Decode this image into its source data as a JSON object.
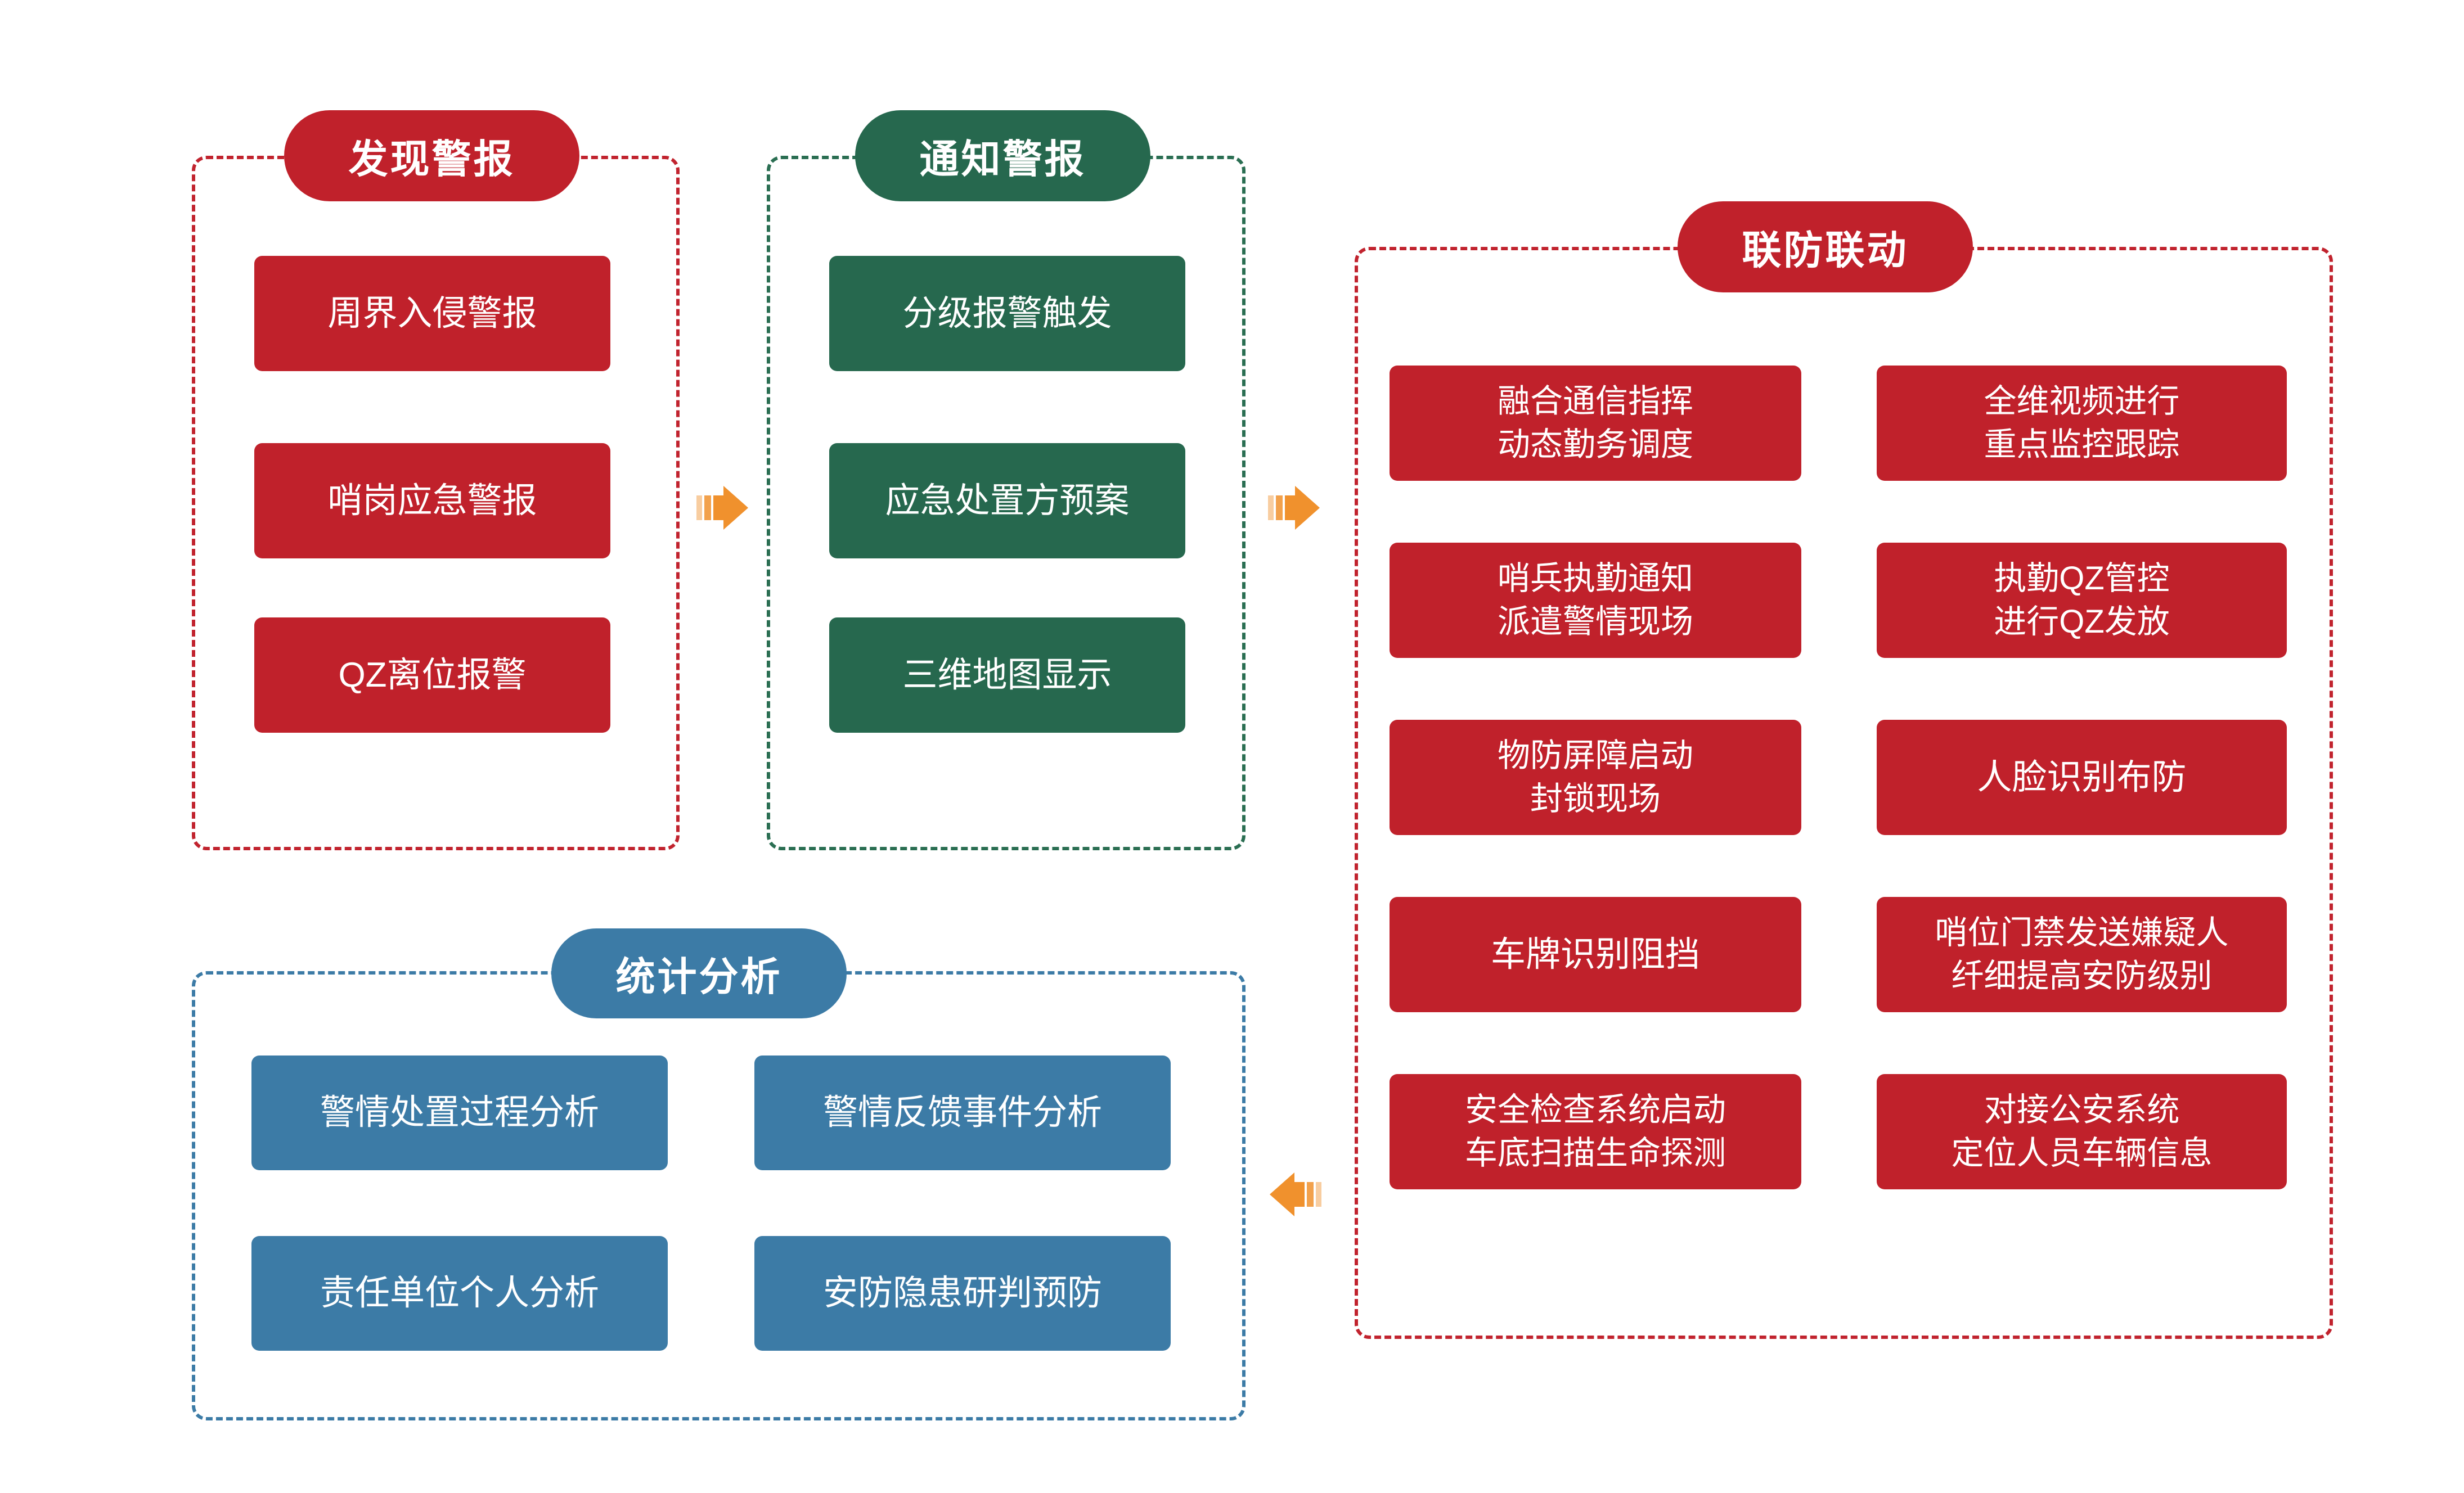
{
  "colors": {
    "red": "#C0212B",
    "green": "#26684E",
    "blue": "#3C7BA6",
    "orange": "#F0912D",
    "background": "#FFFFFF",
    "text": "#FFFFFF"
  },
  "icons": {
    "flow_arrow_right": "striped-block-arrow-right",
    "flow_arrow_left": "striped-block-arrow-left"
  },
  "sections": {
    "discover": {
      "title": "发现警报",
      "items": [
        "周界入侵警报",
        "哨岗应急警报",
        "QZ离位报警"
      ]
    },
    "notify": {
      "title": "通知警报",
      "items": [
        "分级报警触发",
        "应急处置方预案",
        "三维地图显示"
      ]
    },
    "linkage": {
      "title": "联防联动",
      "left_items": [
        "融合通信指挥\n动态勤务调度",
        "哨兵执勤通知\n派遣警情现场",
        "物防屏障启动\n封锁现场",
        "车牌识别阻挡",
        "安全检查系统启动\n车底扫描生命探测"
      ],
      "right_items": [
        "全维视频进行\n重点监控跟踪",
        "执勤QZ管控\n进行QZ发放",
        "人脸识别布防",
        "哨位门禁发送嫌疑人\n纤细提高安防级别",
        "对接公安系统\n定位人员车辆信息"
      ]
    },
    "stats": {
      "title": "统计分析",
      "items": [
        "警情处置过程分析",
        "警情反馈事件分析",
        "责任单位个人分析",
        "安防隐患研判预防"
      ]
    }
  },
  "arrows": [
    {
      "name": "discover-to-notify",
      "direction": "right"
    },
    {
      "name": "notify-to-linkage",
      "direction": "right"
    },
    {
      "name": "linkage-to-stats",
      "direction": "left"
    }
  ]
}
